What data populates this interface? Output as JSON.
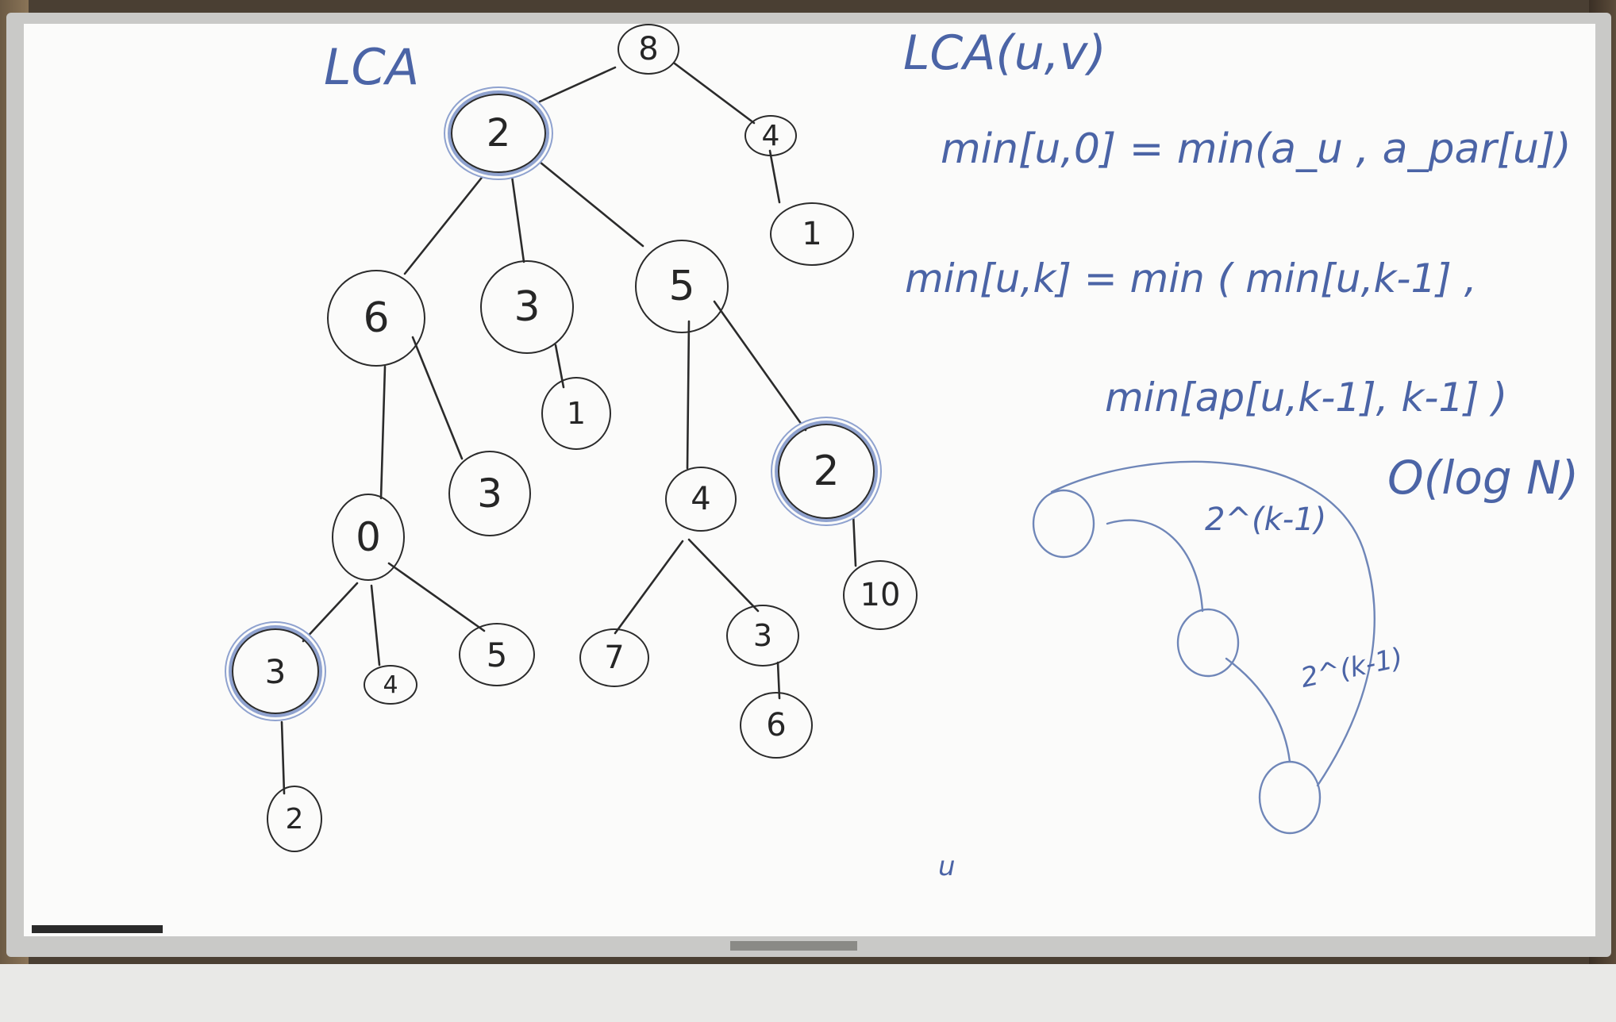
{
  "board": {
    "title_left": "LCA",
    "title_right": "LCA(u,v)",
    "formulas": [
      "min[u,0] = min(a_u , a_par[u])",
      "min[u,k] = min ( min[u,k-1] ,",
      "min[ap[u,k-1], k-1] )",
      "O(log N)"
    ],
    "jump_labels": [
      "2^(k-1)",
      "2^(k-1)"
    ],
    "stray_mark": "u"
  },
  "tree": {
    "nodes": [
      {
        "id": "n8",
        "label": "8"
      },
      {
        "id": "n2a",
        "label": "2"
      },
      {
        "id": "n4a",
        "label": "4"
      },
      {
        "id": "n1a",
        "label": "1"
      },
      {
        "id": "n6a",
        "label": "6"
      },
      {
        "id": "n3a",
        "label": "3"
      },
      {
        "id": "n5a",
        "label": "5"
      },
      {
        "id": "n1b",
        "label": "1"
      },
      {
        "id": "n0",
        "label": "0"
      },
      {
        "id": "n3b",
        "label": "3"
      },
      {
        "id": "n4b",
        "label": "4"
      },
      {
        "id": "n2b",
        "label": "2"
      },
      {
        "id": "n10",
        "label": "10"
      },
      {
        "id": "n3c",
        "label": "3"
      },
      {
        "id": "n4c",
        "label": "4"
      },
      {
        "id": "n5b",
        "label": "5"
      },
      {
        "id": "n7",
        "label": "7"
      },
      {
        "id": "n3d",
        "label": "3"
      },
      {
        "id": "n6b",
        "label": "6"
      },
      {
        "id": "n2c",
        "label": "2"
      }
    ]
  }
}
